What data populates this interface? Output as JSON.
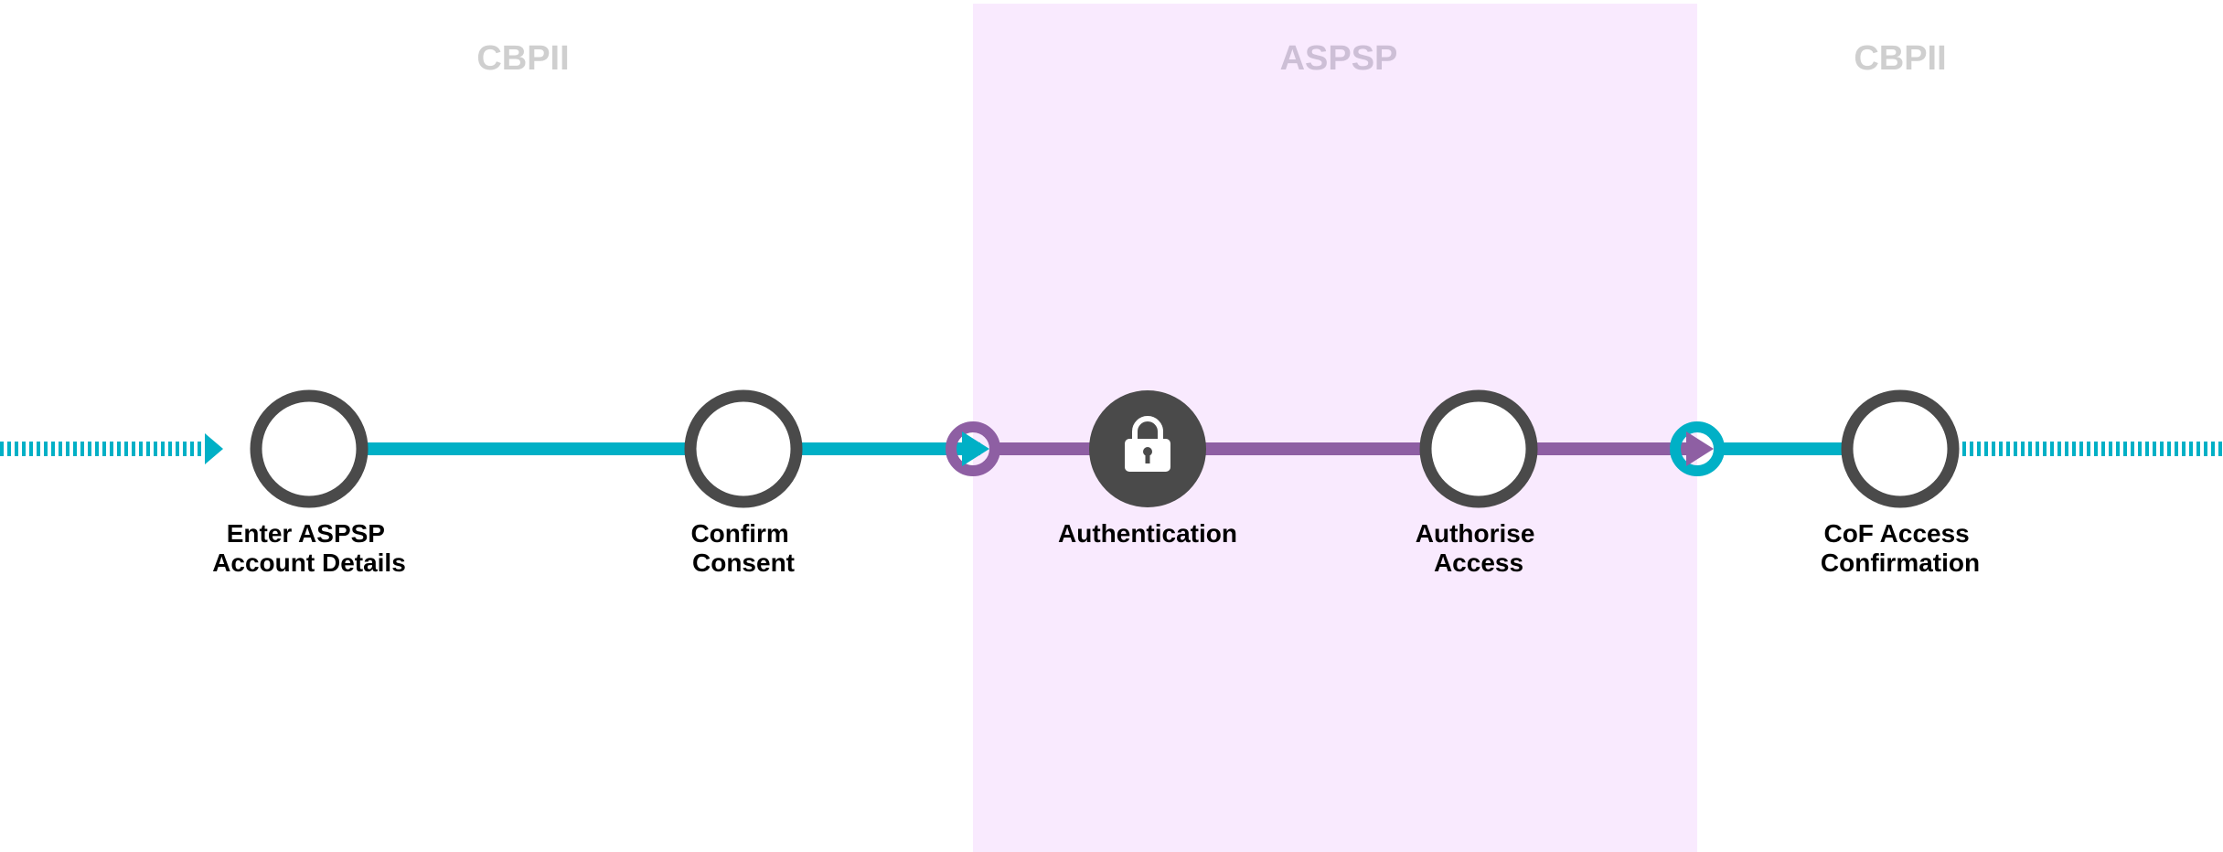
{
  "colors": {
    "teal": "#00b0c6",
    "purple": "#8e5fa3",
    "ring": "#4a4a4a",
    "aspsp_bg": "#f9eafe",
    "zone_label_cbpii": "#cfcfcf",
    "zone_label_aspsp": "#cdbfd6"
  },
  "zones": [
    {
      "id": "cbpii-left",
      "label": "CBPII"
    },
    {
      "id": "aspsp",
      "label": "ASPSP"
    },
    {
      "id": "cbpii-right",
      "label": "CBPII"
    }
  ],
  "steps": [
    {
      "id": "enter-details",
      "lines": [
        "Enter ASPSP",
        "Account Details"
      ],
      "icon": "none"
    },
    {
      "id": "confirm-consent",
      "lines": [
        "Confirm",
        "Consent"
      ],
      "icon": "none"
    },
    {
      "id": "authentication",
      "lines": [
        "Authentication"
      ],
      "icon": "padlock-icon"
    },
    {
      "id": "authorise-access",
      "lines": [
        "Authorise",
        "Access"
      ],
      "icon": "none"
    },
    {
      "id": "cof-confirmation",
      "lines": [
        "CoF Access",
        "Confirmation"
      ],
      "icon": "none"
    }
  ]
}
